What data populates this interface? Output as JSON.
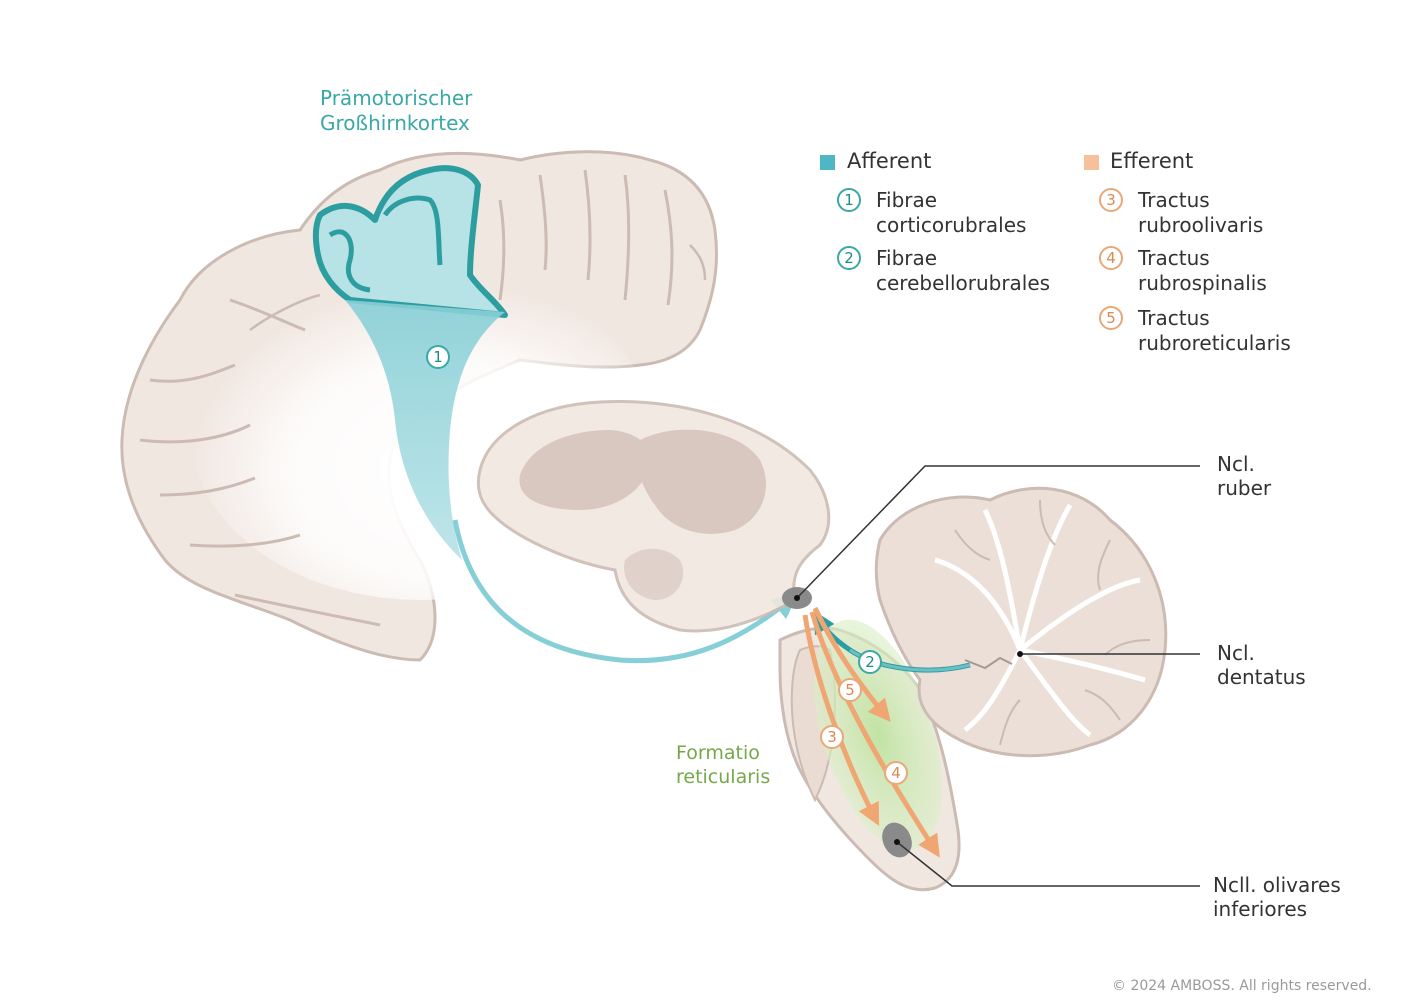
{
  "labels": {
    "cortex": "Prämotorischer\nGroßhirnkortex",
    "reticular": "Formatio\nreticularis",
    "ncl_ruber": "Ncl.\nruber",
    "ncl_dentatus": "Ncl.\ndentatus",
    "ncl_olivares": "Ncll. olivares\ninferiores"
  },
  "legend": {
    "afferent": {
      "title": "Afferent",
      "color": "#4db8c4",
      "items": [
        {
          "num": "1",
          "text": "Fibrae\ncorticorubrales"
        },
        {
          "num": "2",
          "text": "Fibrae\ncerebellorubrales"
        }
      ]
    },
    "efferent": {
      "title": "Efferent",
      "color": "#f5c09a",
      "items": [
        {
          "num": "3",
          "text": "Tractus\nrubroolivaris"
        },
        {
          "num": "4",
          "text": "Tractus\nrubrospinalis"
        },
        {
          "num": "5",
          "text": "Tractus\nrubroreticularis"
        }
      ]
    }
  },
  "diagram_badges": {
    "b1": "1",
    "b2": "2",
    "b3": "3",
    "b4": "4",
    "b5": "5"
  },
  "colors": {
    "tissue": "#f1e7e1",
    "tissue_stroke": "#cbbbb2",
    "deep_gray": "#d8c8bf",
    "afferent": "#4db8c4",
    "afferent_dark": "#2d9ea0",
    "efferent": "#f0a673",
    "reticular": "#b9e09a",
    "nucleus": "#8a8a8a"
  },
  "copyright": "© 2024 AMBOSS. All rights reserved."
}
